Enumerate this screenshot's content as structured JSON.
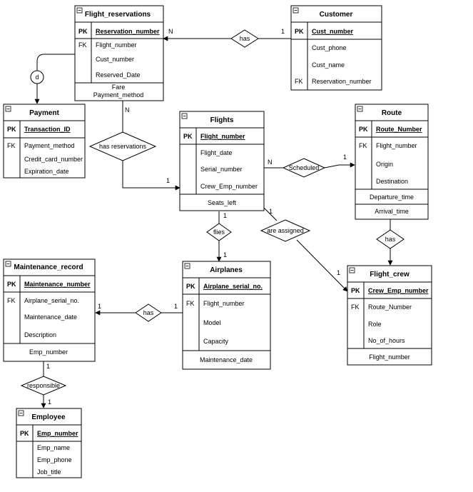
{
  "entities": {
    "flight_reservations": {
      "title": "Flight_reservations",
      "pk_label": "PK",
      "pk": "Reservation_number",
      "fk_label": "FK",
      "rows": [
        "Flight_number",
        "Cust_number",
        "Reserved_Date"
      ],
      "extra": [
        "Fare",
        "Payment_method"
      ]
    },
    "customer": {
      "title": "Customer",
      "pk_label": "PK",
      "pk": "Cust_number",
      "fk_label": "FK",
      "rows": [
        "Cust_phone",
        "Cust_name",
        "Reservation_number"
      ]
    },
    "payment": {
      "title": "Payment",
      "pk_label": "PK",
      "pk": "Transaction_ID",
      "fk_label": "FK",
      "rows": [
        "Payment_method",
        "Credit_card_number",
        "Expiration_date"
      ]
    },
    "flights": {
      "title": "Flights",
      "pk_label": "PK",
      "pk": "Flight_number",
      "rows": [
        "Flight_date",
        "Serial_number",
        "Crew_Emp_number"
      ],
      "extra": "Seats_left"
    },
    "route": {
      "title": "Route",
      "pk_label": "PK",
      "pk": "Route_Number",
      "fk_label": "FK",
      "rows": [
        "Flight_number",
        "Origin",
        "Destination"
      ],
      "extra1": "Departure_time",
      "extra2": "Arrival_time"
    },
    "maintenance_record": {
      "title": "Maintenance_record",
      "pk_label": "PK",
      "pk": "Maintenance_number",
      "fk_label": "FK",
      "rows": [
        "Airplane_serial_no.",
        "Maintenance_date",
        "Description"
      ],
      "extra": "Emp_number"
    },
    "airplanes": {
      "title": "Airplanes",
      "pk_label": "PK",
      "pk": "Airplane_serial_no.",
      "fk_label": "FK",
      "rows": [
        "Flight_number",
        "Model",
        "Capacity"
      ],
      "extra": "Maintenance_date"
    },
    "flight_crew": {
      "title": "Flight_crew",
      "pk_label": "PK",
      "pk": "Crew_Emp_number",
      "fk_label": "FK",
      "rows": [
        "Route_Number",
        "Role",
        "No_of_hours"
      ],
      "extra": "Flight_number"
    },
    "employee": {
      "title": "Employee",
      "pk_label": "PK",
      "pk": "Emp_number",
      "rows": [
        "Emp_name",
        "Emp_phone",
        "Job_title"
      ]
    }
  },
  "relationships": {
    "has_customer": "has",
    "has_reservations": "has reservations",
    "scheduled": "Scheduled",
    "flies": "flies",
    "are_assigned": "are assigned",
    "has_route_crew": "has",
    "has_maintenance": "has",
    "responsible": "responsible",
    "disjoint": "d"
  },
  "cardinalities": {
    "res_has_N": "N",
    "cust_has_1": "1",
    "res_hr_N": "N",
    "flights_hr_1": "1",
    "flights_sched_N": "N",
    "route_sched_1": "1",
    "flights_flies_1": "1",
    "air_flies_1": "1",
    "flights_assigned_1": "1",
    "crew_assigned_1": "1",
    "maint_has_1": "1",
    "air_has_1": "1",
    "maint_resp_1": "1",
    "emp_resp_1": "1"
  }
}
